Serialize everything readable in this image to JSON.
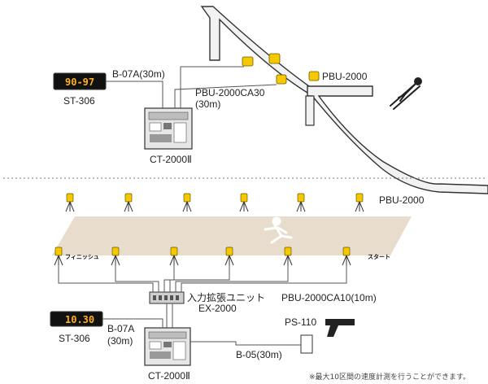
{
  "top": {
    "display_digits": "90-97",
    "display_label": "ST-306",
    "cable_display": "B-07A(30m)",
    "cable_sensor_line1": "PBU-2000CA30",
    "cable_sensor_line2": "(30m)",
    "sensor_label": "PBU-2000",
    "controller_label": "CT-2000Ⅱ"
  },
  "bottom": {
    "sensor_label": "PBU-2000",
    "finish_label": "フィニッシュ",
    "start_label": "スタート",
    "expander_line1": "入力拡張ユニット",
    "expander_line2": "EX-2000",
    "sensor_cable": "PBU-2000CA10(10m)",
    "display_digits": "10.30",
    "display_label": "ST-306",
    "cable_display_line1": "B-07A",
    "cable_display_line2": "(30m)",
    "gun_label": "PS-110",
    "gun_cable": "B-05(30m)",
    "controller_label": "CT-2000Ⅱ",
    "note": "※最大10区間の速度計測を行うことができます。"
  },
  "colors": {
    "sensor_yellow": "#f5c800",
    "track_fill": "#e8dccd",
    "display_bg": "#111111",
    "display_digits": "#ffb020"
  }
}
